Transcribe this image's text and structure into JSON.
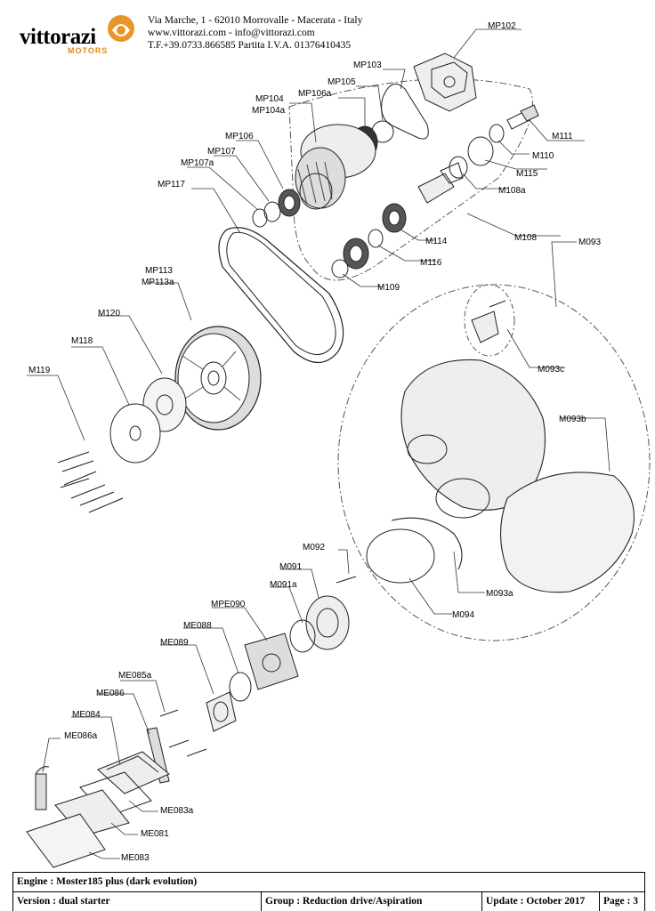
{
  "company": {
    "logo": "vittorazi",
    "logo_sub": "MOTORS",
    "address": "Via Marche, 1 - 62010 Morrovalle - Macerata - Italy",
    "web": "www.vittorazi.com - info@vittorazi.com",
    "phone": "T.F.+39.0733.866585  Partita I.V.A.  01376410435"
  },
  "parts": {
    "MP102": "MP102",
    "MP103": "MP103",
    "MP105": "MP105",
    "MP106a": "MP106a",
    "MP104": "MP104",
    "MP104a": "MP104a",
    "MP106": "MP106",
    "MP107": "MP107",
    "MP107a": "MP107a",
    "MP117": "MP117",
    "M111": "M111",
    "M110": "M110",
    "M115": "M115",
    "M108a": "M108a",
    "M108": "M108",
    "M114": "M114",
    "M116": "M116",
    "M109": "M109",
    "M093": "M093",
    "MP113": "MP113",
    "MP113a": "MP113a",
    "M120": "M120",
    "M118": "M118",
    "M119": "M119",
    "M093c": "M093c",
    "M093b": "M093b",
    "M092": "M092",
    "M091": "M091",
    "M091a": "M091a",
    "MPE090": "MPE090",
    "ME088": "ME088",
    "ME089": "ME089",
    "M093a": "M093a",
    "M094": "M094",
    "ME085a": "ME085a",
    "ME086": "ME086",
    "ME084": "ME084",
    "ME086a": "ME086a",
    "ME083a": "ME083a",
    "ME081": "ME081",
    "ME083": "ME083"
  },
  "footer": {
    "engine": "Engine : Moster185 plus (dark evolution)",
    "version": "Version : dual starter",
    "group": "Group : Reduction drive/Aspiration",
    "update": "Update : October 2017",
    "page": "Page : 3"
  }
}
